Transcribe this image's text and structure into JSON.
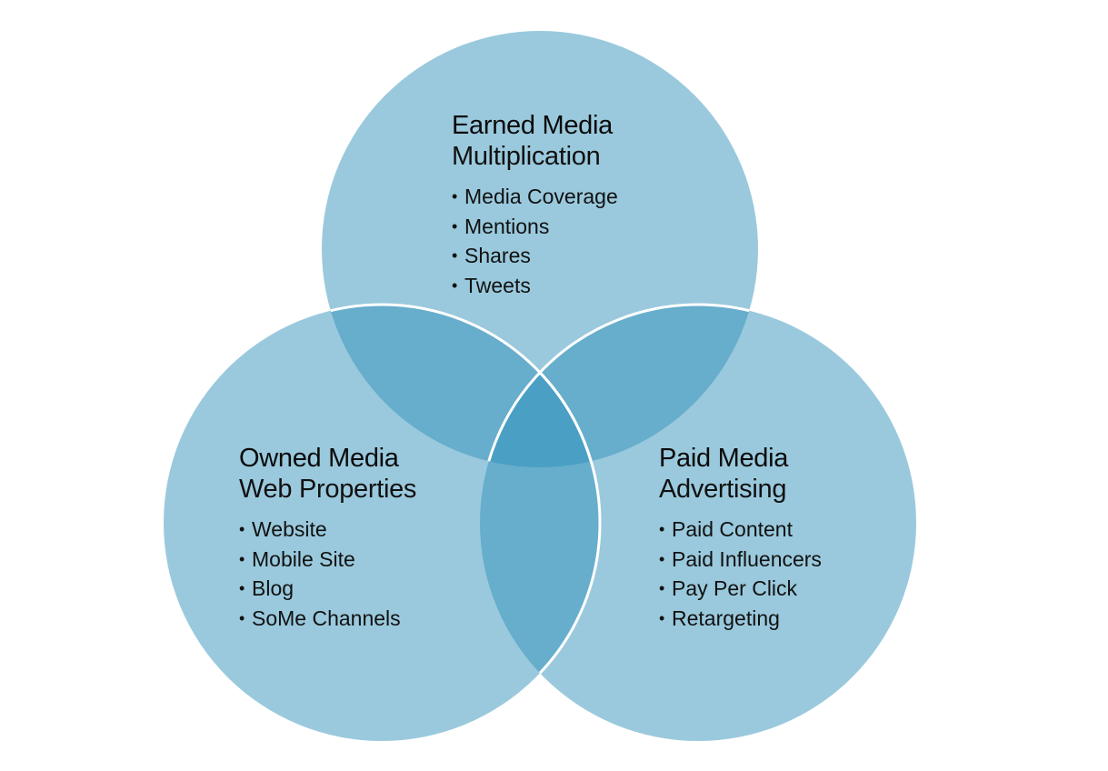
{
  "diagram": {
    "type": "venn",
    "colors": {
      "circle_fill": "#9AC9DD",
      "overlap_two": "#67ADCC",
      "overlap_three": "#4A9FC4",
      "outline": "#ffffff",
      "background": "#ffffff"
    },
    "sets": [
      {
        "id": "earned",
        "title": "Earned Media",
        "subtitle": "Multiplication",
        "items": [
          "Media Coverage",
          "Mentions",
          "Shares",
          "Tweets"
        ]
      },
      {
        "id": "owned",
        "title": "Owned Media",
        "subtitle": "Web Properties",
        "items": [
          "Website",
          "Mobile Site",
          "Blog",
          "SoMe Channels"
        ]
      },
      {
        "id": "paid",
        "title": "Paid Media",
        "subtitle": "Advertising",
        "items": [
          "Paid Content",
          "Paid Influencers",
          "Pay Per Click",
          "Retargeting"
        ]
      }
    ],
    "bullet": "•"
  }
}
